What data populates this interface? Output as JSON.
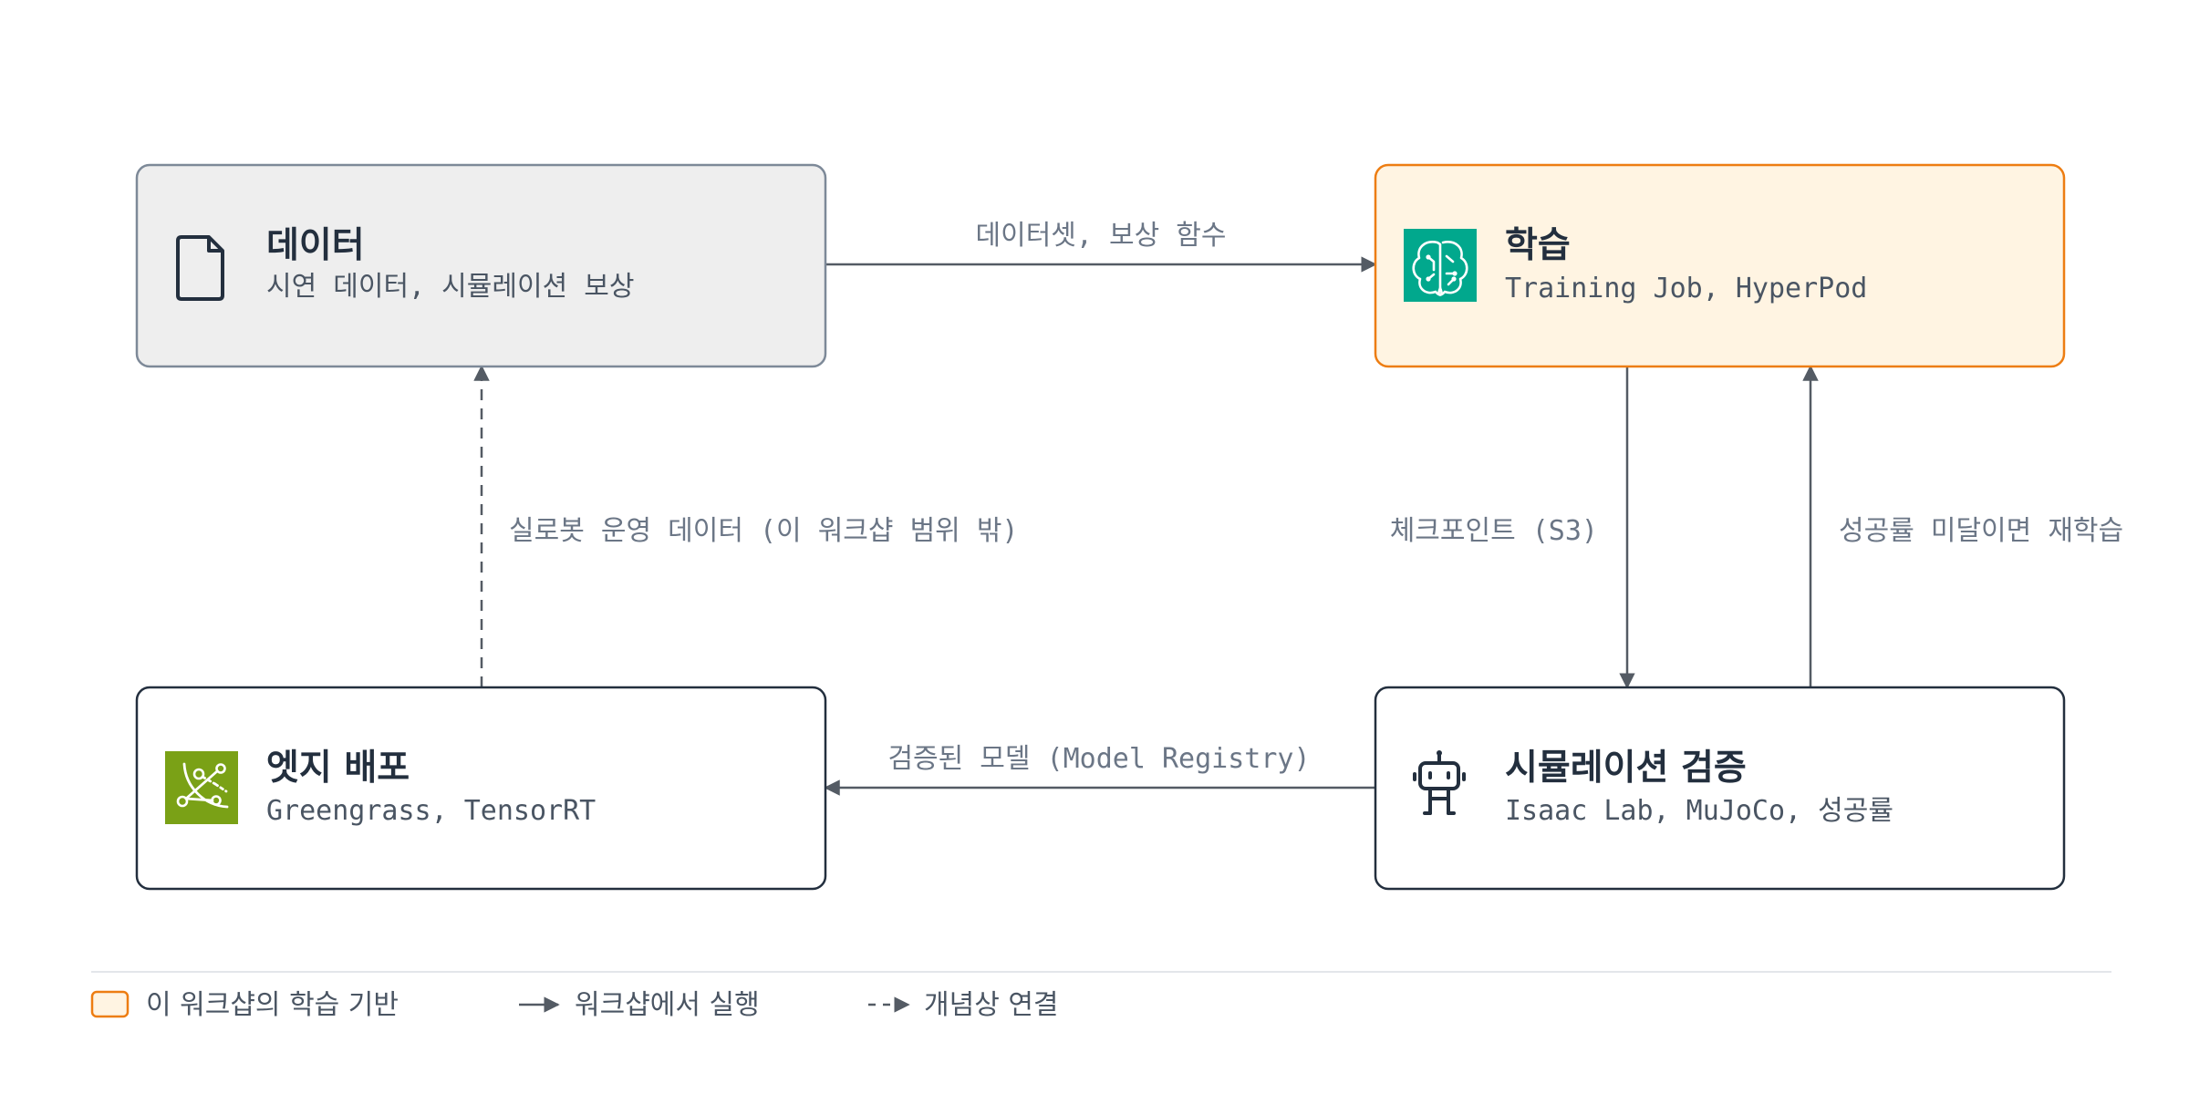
{
  "nodes": {
    "data": {
      "title": "데이터",
      "subtitle": "시연 데이터, 시뮬레이션 보상",
      "icon": "document-icon"
    },
    "training": {
      "title": "학습",
      "subtitle": "Training Job, HyperPod",
      "icon": "sagemaker-brain-icon",
      "accent": "#01a88d"
    },
    "simulation": {
      "title": "시뮬레이션 검증",
      "subtitle": "Isaac Lab, MuJoCo, 성공률",
      "icon": "robot-icon"
    },
    "edge": {
      "title": "엣지 배포",
      "subtitle": "Greengrass, TensorRT",
      "icon": "greengrass-icon",
      "accent": "#7aa116"
    }
  },
  "edges": {
    "data_to_training": "데이터셋, 보상 함수",
    "training_to_simulation": "체크포인트 (S3)",
    "simulation_to_training": "성공률 미달이면 재학습",
    "simulation_to_edge": "검증된 모델 (Model Registry)",
    "edge_to_data": "실로봇 운영 데이터 (이 워크샵 범위 밖)"
  },
  "legend": {
    "highlight": "이 워크샵의 학습 기반",
    "solid": "워크샵에서 실행",
    "dashed": "개념상 연결"
  },
  "colors": {
    "highlight_fill": "#fff4e2",
    "highlight_border": "#ed7d12",
    "data_fill": "#eeeeee",
    "ink": "#232f3e",
    "arrow": "#545b64"
  }
}
